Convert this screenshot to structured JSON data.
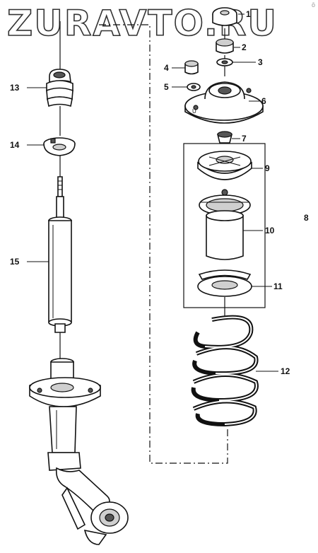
{
  "watermark": "ZURAVTO.RU",
  "callouts": {
    "n1": "1",
    "n2": "2",
    "n3": "3",
    "n4": "4",
    "n5": "5",
    "n6": "6",
    "n7": "7",
    "n8": "8",
    "n9": "9",
    "n10": "10",
    "n11": "11",
    "n12": "12",
    "n13": "13",
    "n14": "14",
    "n15": "15"
  },
  "corner_mark": "ō"
}
